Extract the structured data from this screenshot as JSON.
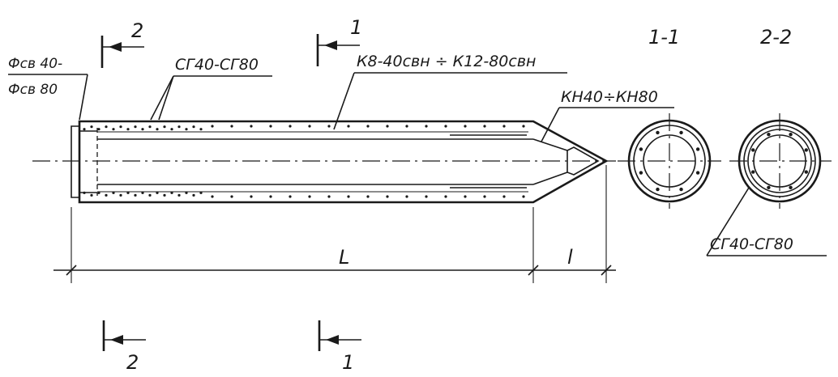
{
  "labels": {
    "flange": "Фсв 40-",
    "flange2": "Фсв 80",
    "spiral": "СГ40-СГ80",
    "frame": "К8-40свн ÷ К12-80свн",
    "tip": "КН40÷КН80",
    "section11": "1-1",
    "section22": "2-2",
    "spiral_section": "СГ40-СГ80",
    "dim_L": "L",
    "dim_l": "l",
    "cut1": "1",
    "cut2": "2"
  },
  "colors": {
    "ink": "#1a1a1a",
    "paper": "#ffffff"
  }
}
